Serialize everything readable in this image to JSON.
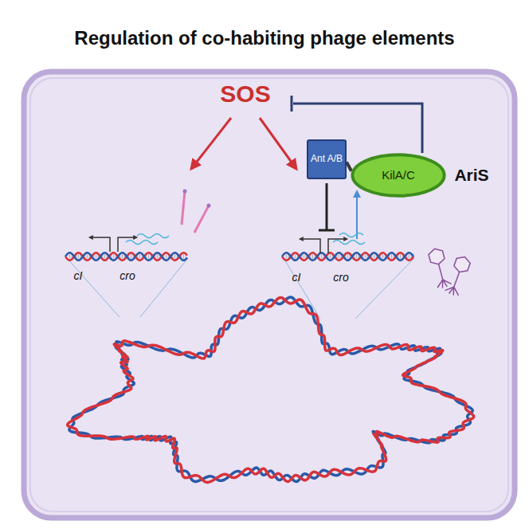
{
  "diagram": {
    "title": "Regulation of co-habiting phage elements",
    "nodes": [
      {
        "text": [
          "Ant A/B"
        ]
      },
      {
        "text": [
          "KilA/C"
        ]
      }
    ],
    "edges": [
      {
        "from": 0,
        "to": 1,
        "arrow": "none"
      }
    ],
    "labels": [
      "SOS",
      "AriS",
      "cI",
      "cro",
      "cI",
      "cro"
    ]
  }
}
